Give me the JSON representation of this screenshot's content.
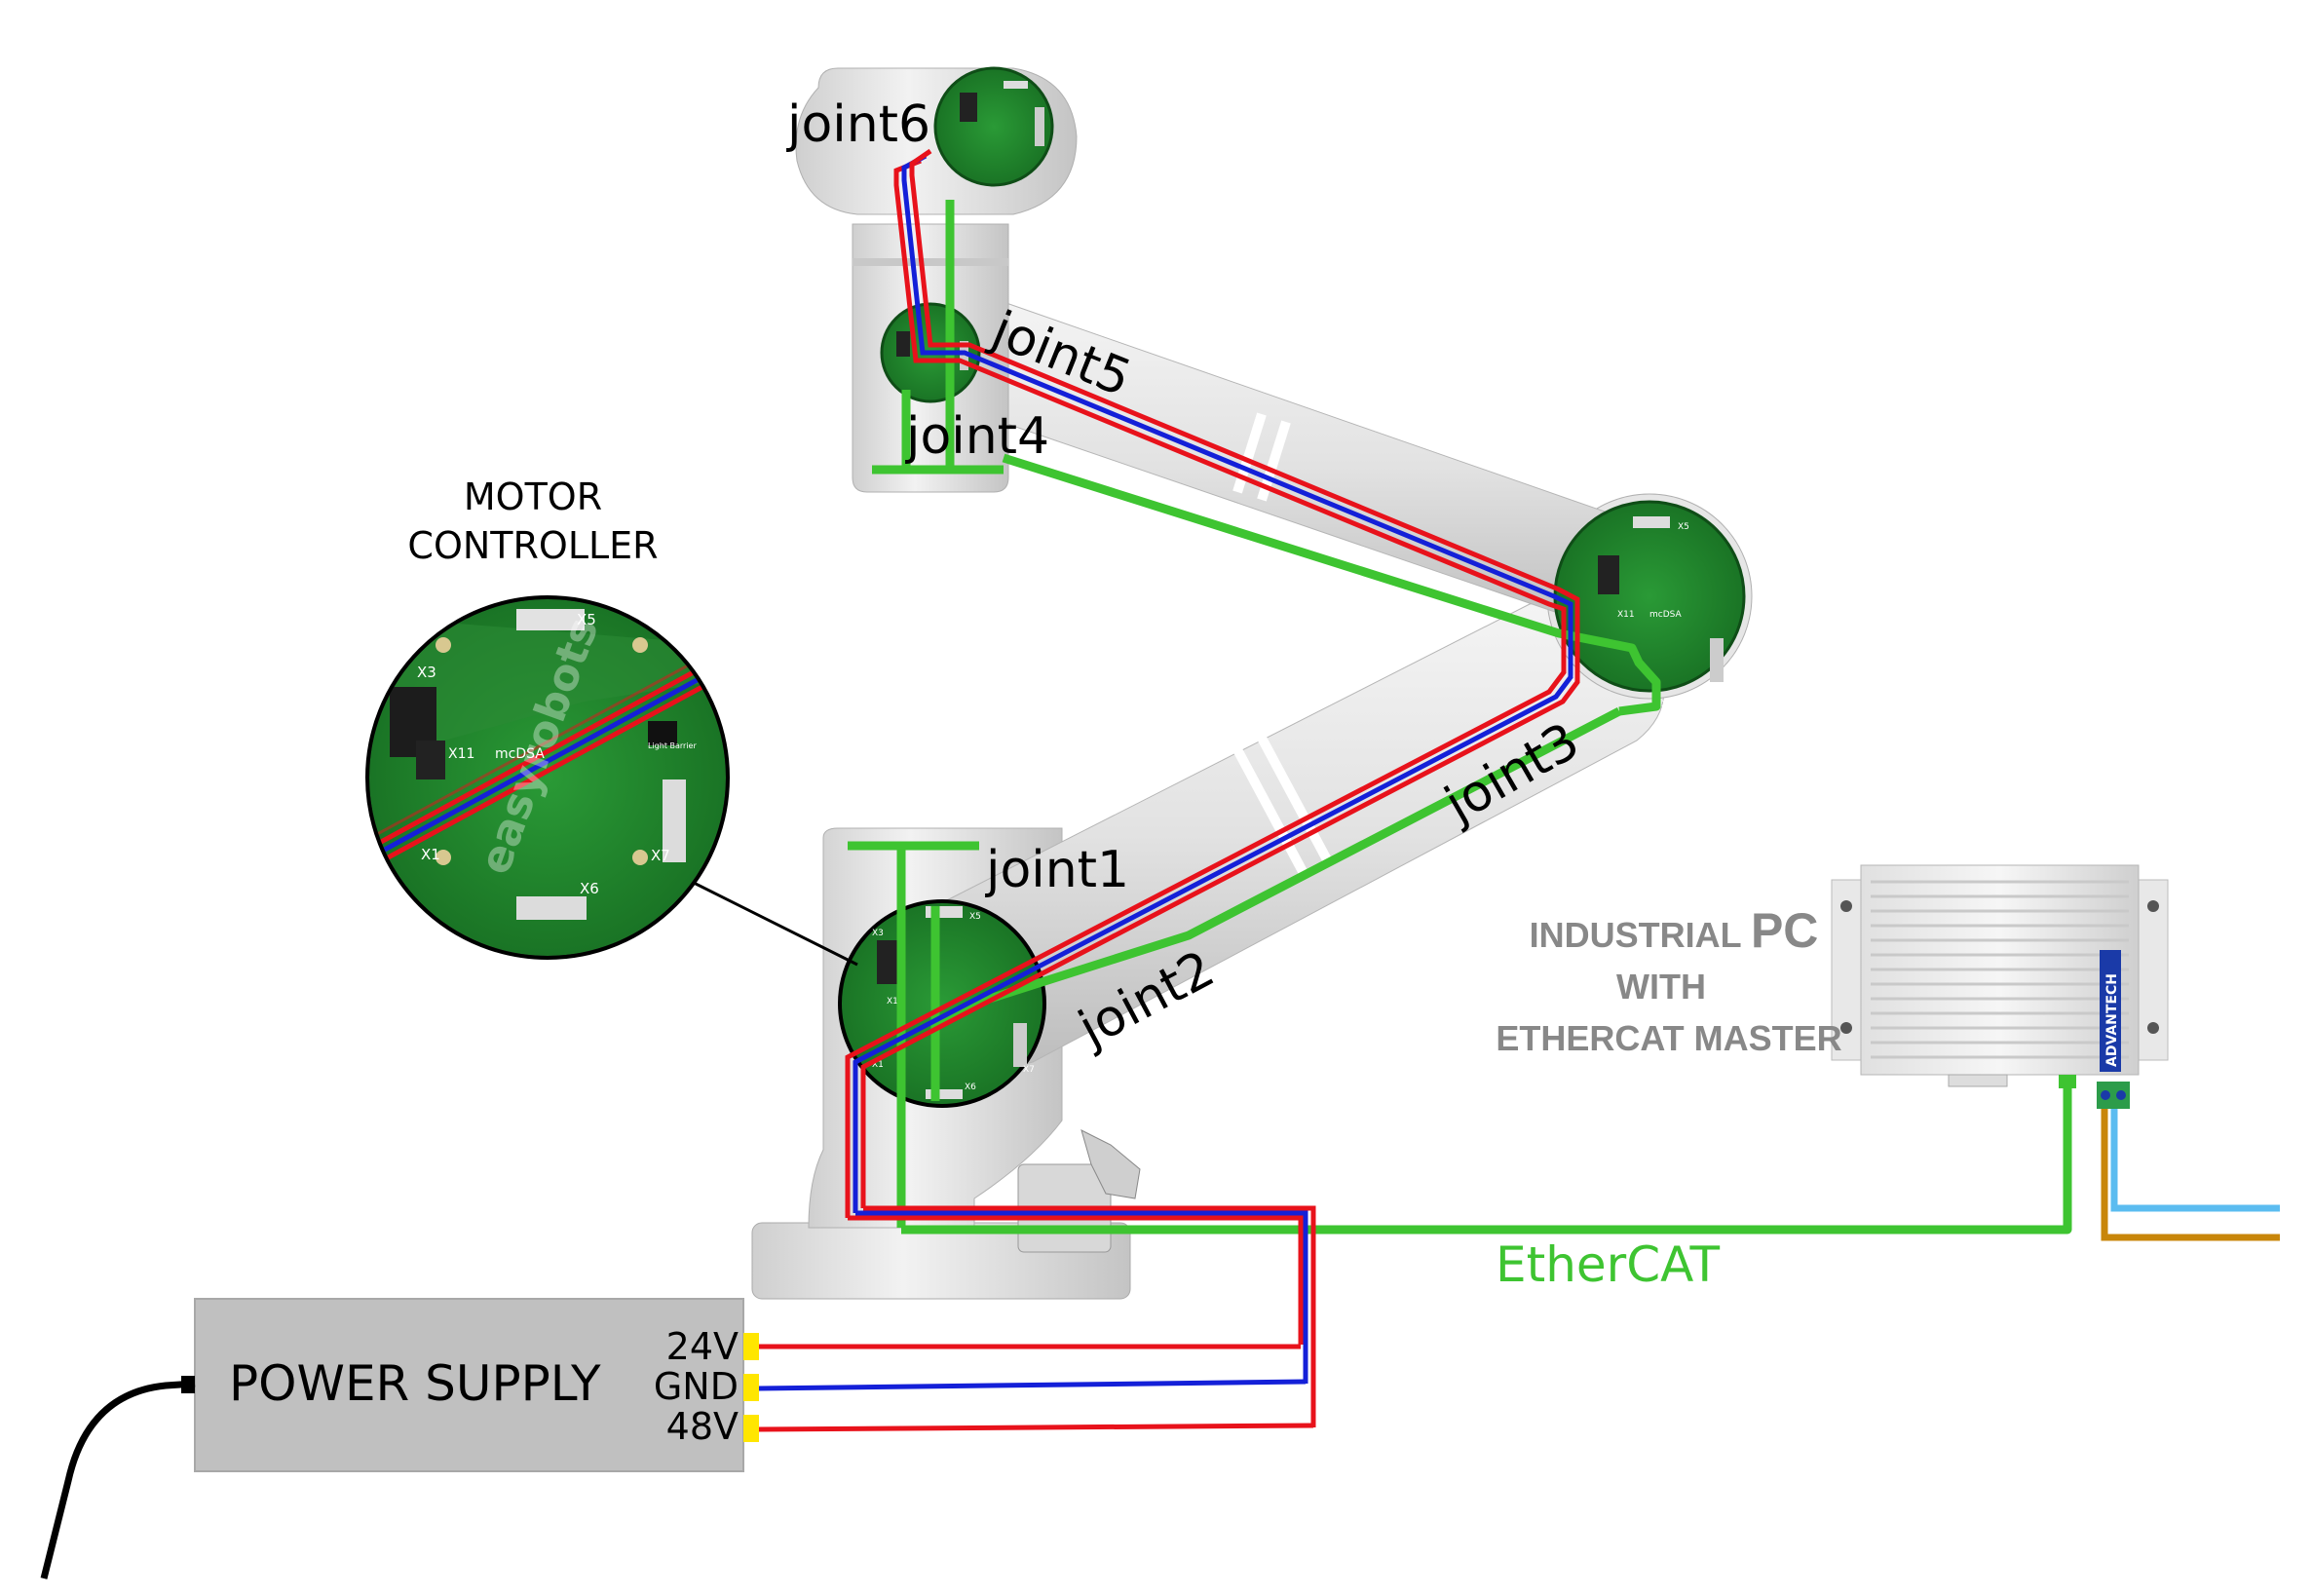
{
  "labels": {
    "motor_controller_line1": "MOTOR",
    "motor_controller_line2": "CONTROLLER",
    "joint1": "joint1",
    "joint2": "joint2",
    "joint3": "joint3",
    "joint4": "joint4",
    "joint5": "joint5",
    "joint6": "joint6",
    "power_supply": "POWER SUPPLY",
    "v24": "24V",
    "gnd": "GND",
    "v48": "48V",
    "ethercat": "EtherCAT",
    "pc_line1a": "INDUSTRIAL ",
    "pc_line1b": "PC",
    "pc_line2": "WITH",
    "pc_line3": "ETHERCAT MASTER",
    "pc_brand": "ADVANTECH"
  },
  "pcb": {
    "x5": "X5",
    "x3": "X3",
    "x11": "X11",
    "x1": "X1",
    "x6": "X6",
    "x7": "X7",
    "model": "mcDSA",
    "light_barrier": "Light Barrier",
    "logo": "easyrobots"
  },
  "colors": {
    "power_24v": "#e8121b",
    "gnd": "#1420d8",
    "power_48v": "#e8121b",
    "ethercat": "#3ec431",
    "pcb_green": "#1f8a2c",
    "robot_body": "#dcdcdc",
    "power_supply_box": "#c0c0c0",
    "connector_yellow": "#ffe600",
    "extra_wire_blue": "#5bbcf0",
    "extra_wire_brown": "#c8860a"
  }
}
